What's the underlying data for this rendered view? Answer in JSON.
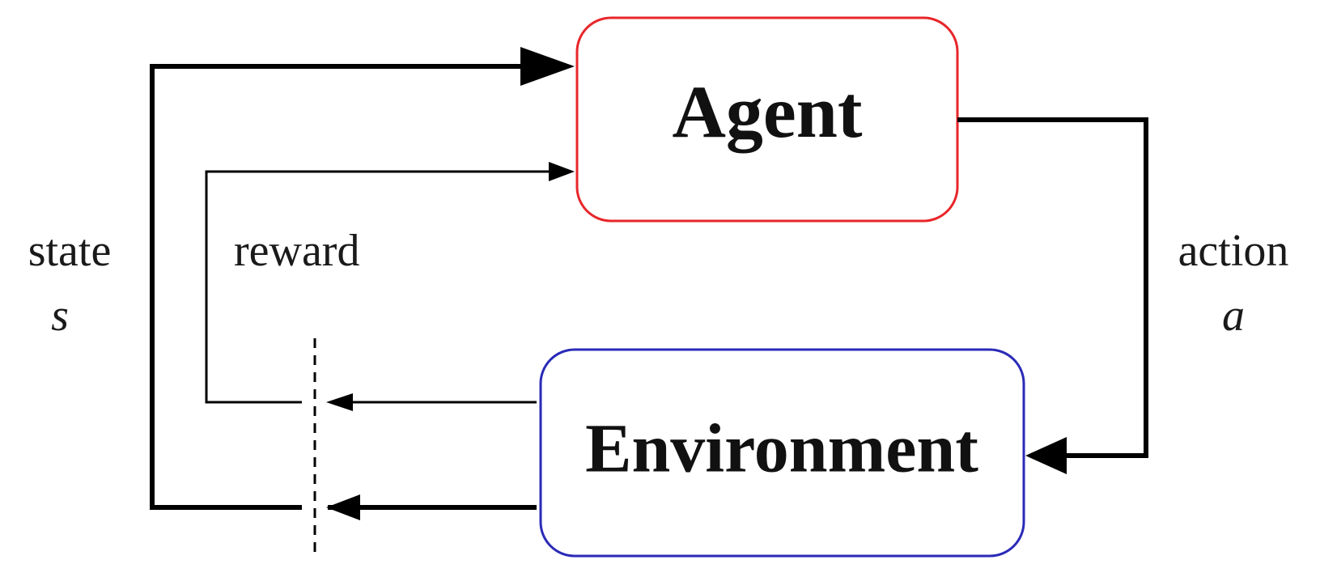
{
  "agent": {
    "label": "Agent",
    "border_color": "#e8262a"
  },
  "environment": {
    "label": "Environment",
    "border_color": "#2a2ab8"
  },
  "state": {
    "label": "state",
    "symbol": "s"
  },
  "reward": {
    "label": "reward"
  },
  "action": {
    "label": "action",
    "symbol": "a"
  },
  "line_color": "#000000"
}
